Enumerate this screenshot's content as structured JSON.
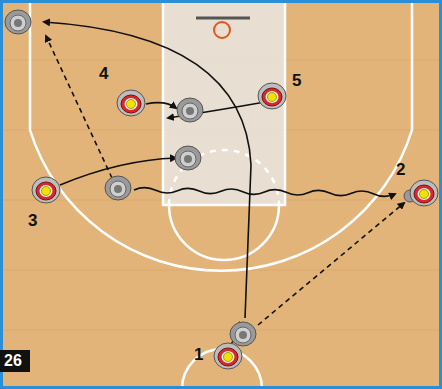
{
  "diagram": {
    "nodes": [
      {
        "text": [
          "1"
        ]
      },
      {
        "text": [
          "2"
        ]
      },
      {
        "text": [
          "3"
        ]
      },
      {
        "text": [
          "4"
        ]
      },
      {
        "text": [
          "5"
        ]
      }
    ],
    "labels": [
      "26"
    ]
  }
}
